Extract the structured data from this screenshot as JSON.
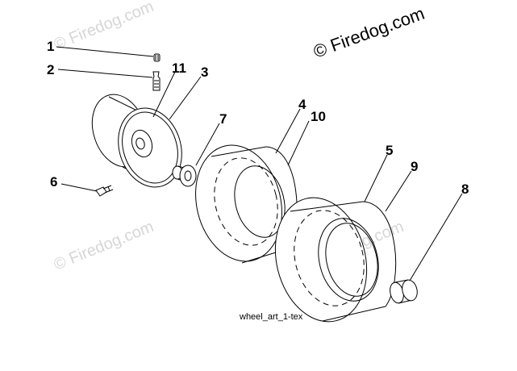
{
  "watermark": {
    "main": "© Firedog.com",
    "faint": "© Firedog.com"
  },
  "parts": [
    {
      "id": "1",
      "label": "1"
    },
    {
      "id": "2",
      "label": "2"
    },
    {
      "id": "3",
      "label": "3"
    },
    {
      "id": "4",
      "label": "4"
    },
    {
      "id": "5",
      "label": "5"
    },
    {
      "id": "6",
      "label": "6"
    },
    {
      "id": "7",
      "label": "7"
    },
    {
      "id": "8",
      "label": "8"
    },
    {
      "id": "9",
      "label": "9"
    },
    {
      "id": "10",
      "label": "10"
    },
    {
      "id": "11",
      "label": "11"
    }
  ],
  "caption": "wheel_art_1-tex"
}
